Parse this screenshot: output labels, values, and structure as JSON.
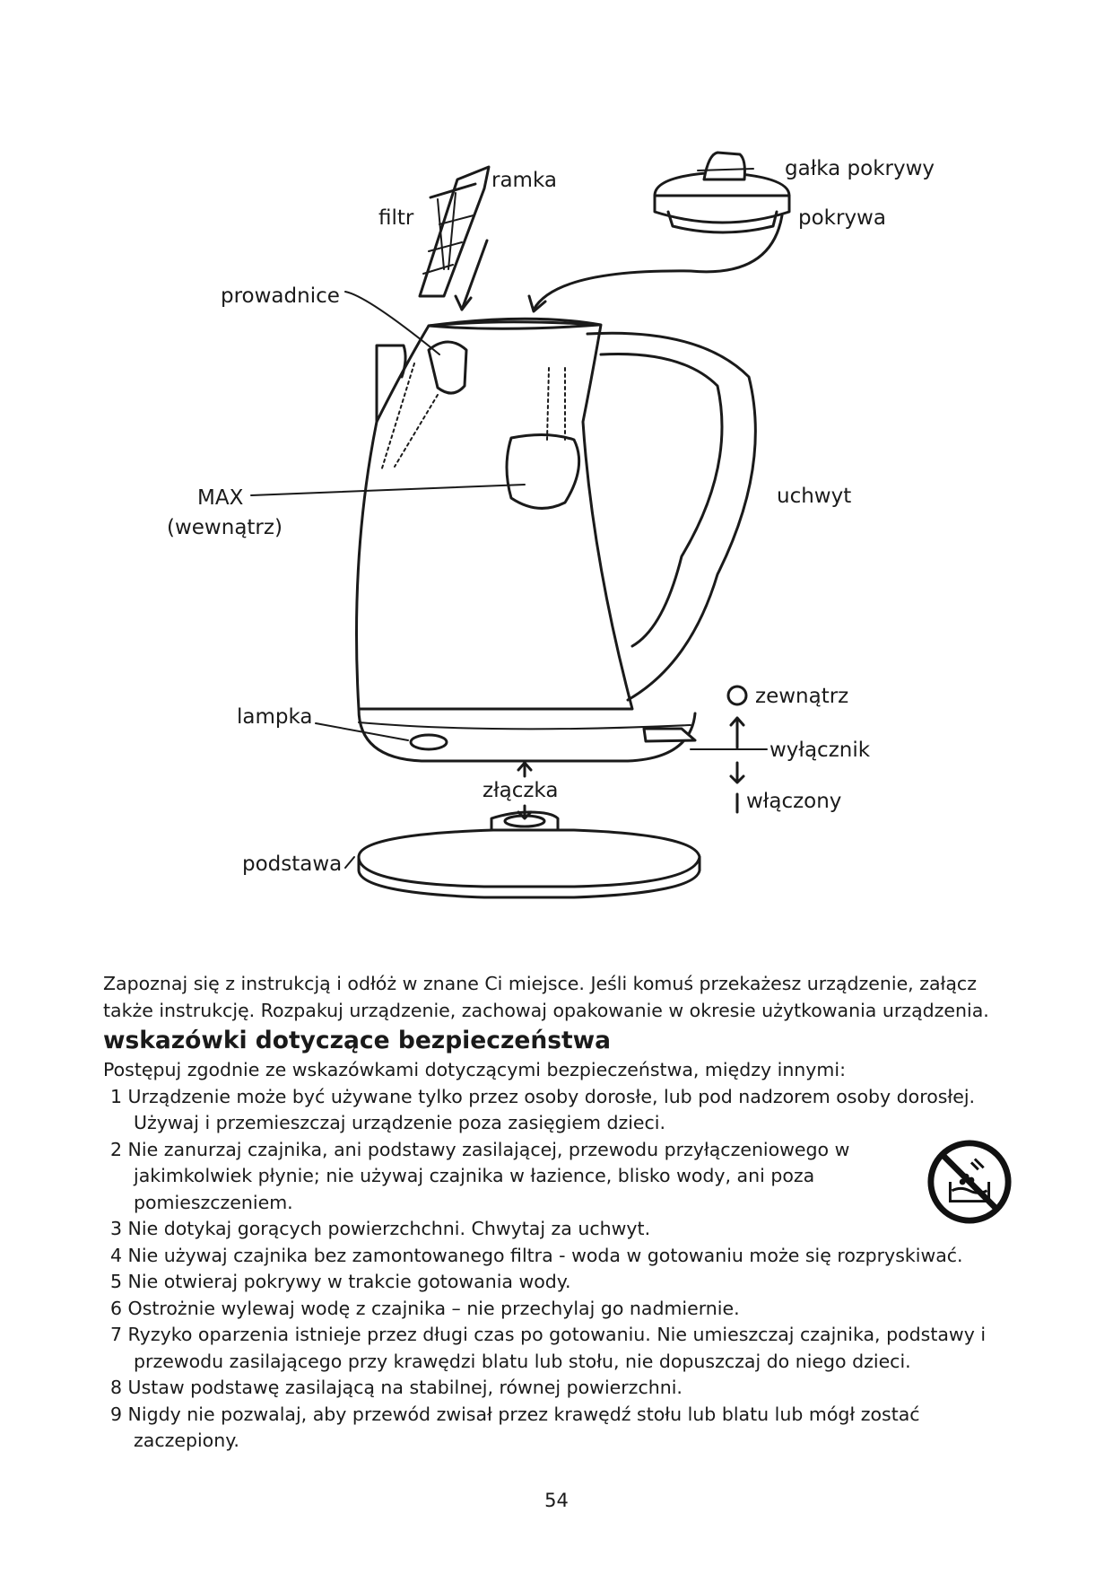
{
  "diagram": {
    "labels": {
      "ramka": "ramka",
      "filtr": "filtr",
      "galka_pokrywy": "gałka pokrywy",
      "pokrywa": "pokrywa",
      "prowadnice": "prowadnice",
      "max": "MAX",
      "max_sub": "(wewnątrz)",
      "uchwyt": "uchwyt",
      "zewnatrz": "zewnątrz",
      "wylacznik": "wyłącznik",
      "wlaczony": "włączony",
      "lampka": "lampka",
      "zlaczka": "złączka",
      "podstawa": "podstawa"
    }
  },
  "intro": [
    "Zapoznaj się z instrukcją i odłóż w znane Ci miejsce. Jeśli komuś przekażesz urządzenie, załącz",
    "także instrukcję. Rozpakuj urządzenie, zachowaj opakowanie w okresie użytkowania urządzenia."
  ],
  "heading": "wskazówki dotyczące bezpieczeństwa",
  "lead": "Postępuj zgodnie ze wskazówkami dotyczącymi bezpieczeństwa, między innymi:",
  "items": [
    "1  Urządzenie może być używane tylko przez osoby dorosłe, lub pod nadzorem osoby dorosłej. Używaj i przemieszczaj urządzenie poza zasięgiem dzieci.",
    "2 Nie zanurzaj czajnika, ani podstawy zasilającej, przewodu przyłączeniowego w jakimkolwiek płynie; nie używaj czajnika w łazience, blisko wody, ani poza pomieszczeniem.",
    "3 Nie dotykaj gorących powierzchchni. Chwytaj za uchwyt.",
    "4 Nie używaj czajnika bez zamontowanego filtra - woda w gotowaniu może się rozpryskiwać.",
    "5 Nie otwieraj pokrywy w trakcie gotowania wody.",
    "6 Ostrożnie wylewaj wodę z czajnika – nie przechylaj go nadmiernie.",
    "7 Ryzyko oparzenia istnieje przez długi czas po gotowaniu. Nie umieszczaj czajnika, podstawy i przewodu zasilającego przy krawędzi blatu lub stołu, nie dopuszczaj do niego dzieci.",
    "8 Ustaw podstawę zasilającą na stabilnej, równej powierzchni.",
    "9 Nigdy nie pozwalaj, aby przewód zwisał przez krawędź stołu lub blatu lub mógł zostać zaczepiony."
  ],
  "page_number": "54",
  "icons": {
    "warning_symbol": "no-immersion-icon"
  }
}
